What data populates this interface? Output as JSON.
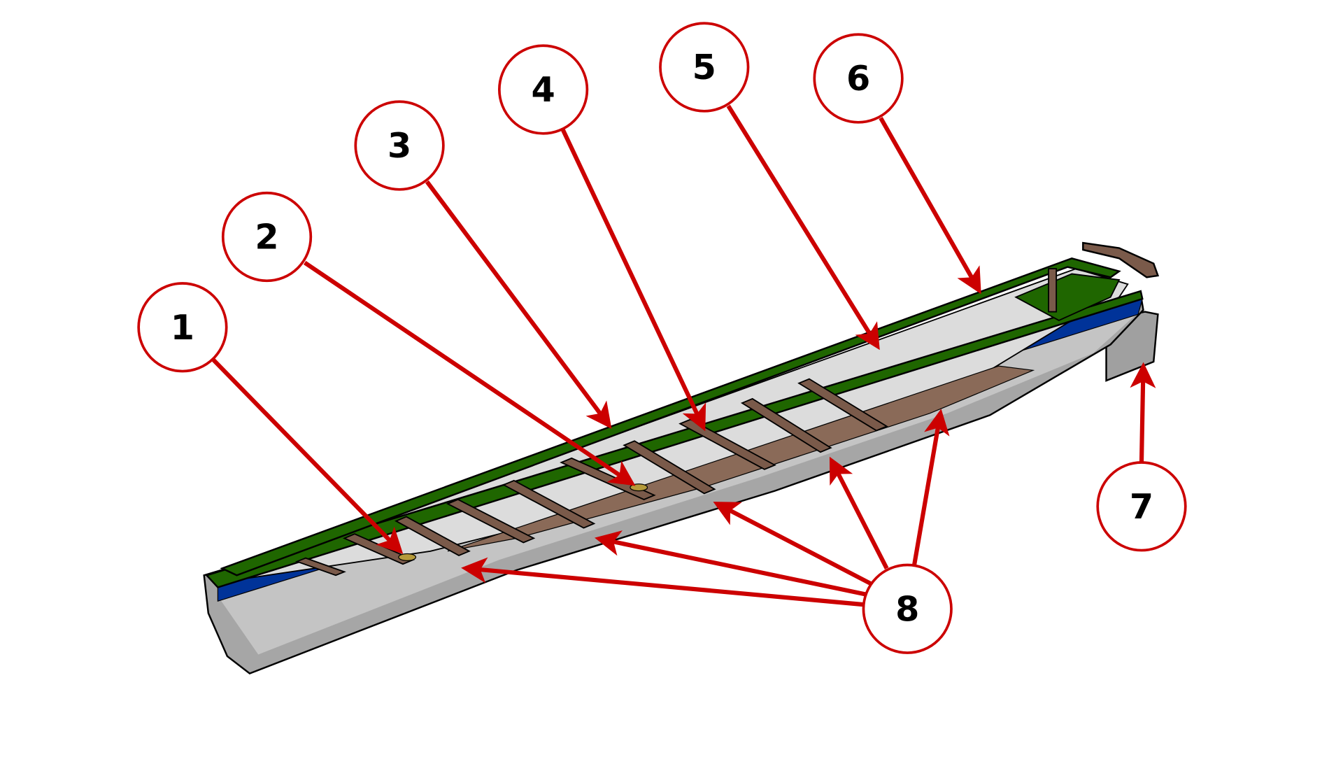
{
  "diagram": {
    "subject": "lifeboat-cutaway",
    "colors": {
      "callout": "#cc0000",
      "hull": "#a6a6a6",
      "interior": "#d9d9d9",
      "stripe": "#003399",
      "gunwale": "#1f6600",
      "wood": "#7a5a4a"
    },
    "callouts": [
      {
        "label": "1"
      },
      {
        "label": "2"
      },
      {
        "label": "3"
      },
      {
        "label": "4"
      },
      {
        "label": "5"
      },
      {
        "label": "6"
      },
      {
        "label": "7"
      },
      {
        "label": "8"
      }
    ]
  }
}
